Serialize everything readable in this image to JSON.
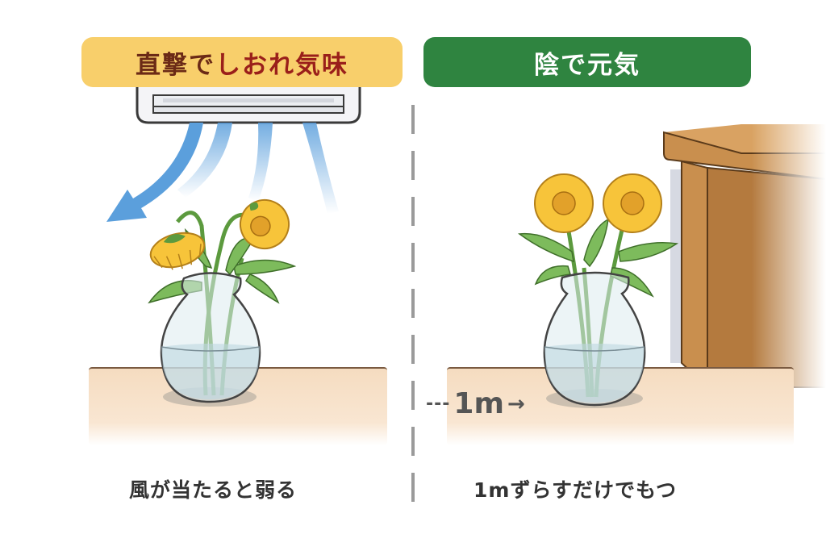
{
  "left_panel": {
    "title_plain": "直撃で",
    "title_accent": "しおれ気味",
    "caption": "風が当たると弱る",
    "banner_color": "#f8cf6b",
    "title_color": "#6b2a16",
    "illustration": {
      "source": "air-conditioner",
      "airflow": "blue arrows blowing down onto vase",
      "flowers": "wilting yellow daisies in glass vase"
    }
  },
  "right_panel": {
    "title": "陰で元気",
    "caption": "1mずらすだけでもつ",
    "banner_color": "#2f8440",
    "distance_label": "1m",
    "distance_prefix": "---",
    "distance_arrow": "→",
    "illustration": {
      "shelter": "wooden shelf corner",
      "flowers": "upright healthy yellow daisies in glass vase"
    }
  },
  "colors": {
    "airflow_blue": "#5b9fdc",
    "flower_yellow": "#f7c43a",
    "leaf_green": "#6fae4f",
    "wood": "#c98f4e",
    "floor": "#f5dcc0",
    "divider": "#9a9a9a",
    "caption_text": "#333333"
  }
}
